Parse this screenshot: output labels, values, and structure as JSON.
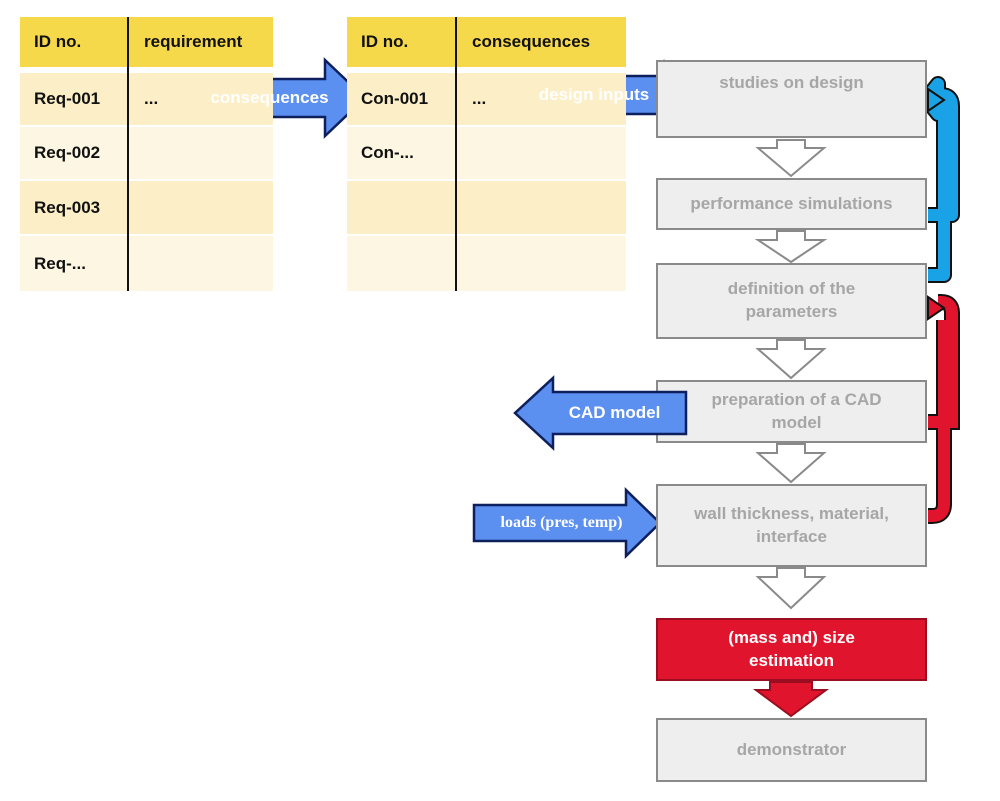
{
  "requirements_table": {
    "headers": [
      "ID no.",
      "requirement"
    ],
    "rows": [
      {
        "id": "Req-001",
        "value": "..."
      },
      {
        "id": "Req-002",
        "value": ""
      },
      {
        "id": "Req-003",
        "value": ""
      },
      {
        "id": "Req-...",
        "value": ""
      }
    ]
  },
  "consequences_table": {
    "headers": [
      "ID no.",
      "consequences"
    ],
    "rows": [
      {
        "id": "Con-001",
        "value": "..."
      },
      {
        "id": "Con-...",
        "value": ""
      },
      {
        "id": "",
        "value": ""
      },
      {
        "id": "",
        "value": ""
      }
    ]
  },
  "arrows": {
    "consequences": "consequences",
    "design_inputs": "design inputs",
    "cad_model": "CAD model",
    "loads": "loads (pres, temp)"
  },
  "flow_steps": [
    "studies on design",
    "performance simulations",
    "definition of the parameters",
    "preparation of a CAD model",
    "wall thickness, material, interface",
    "(mass and) size estimation",
    "demonstrator"
  ],
  "colors": {
    "header_yellow": "#f6d94a",
    "row_light": "#fcefc7",
    "blue_arrow": "#5b8ff0",
    "cyan_loop": "#1aa2e6",
    "red_loop": "#e1142e",
    "box_gray": "#eeeeee"
  }
}
